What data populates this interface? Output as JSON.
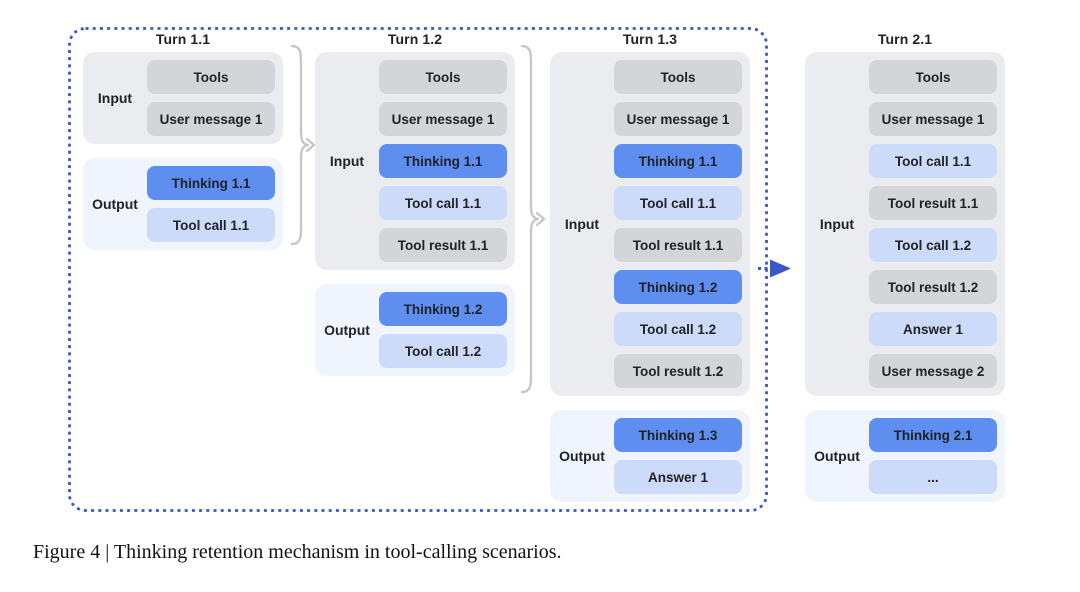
{
  "caption": "Figure 4 | Thinking retention mechanism in tool-calling scenarios.",
  "colors": {
    "thinking_block": "#5d8ef0",
    "light_blue_block": "#ccdbf9",
    "gray_block": "#d3d5d9",
    "input_panel": "#eaecf0",
    "output_panel": "#eff4fd",
    "dashed_border": "#3c55c7",
    "brace": "#c5c7cb",
    "text": "#1f2124"
  },
  "columns": [
    {
      "title": "Turn 1.1",
      "input": {
        "label": "Input",
        "items": [
          {
            "text": "Tools",
            "type": "gray"
          },
          {
            "text": "User message 1",
            "type": "gray"
          }
        ]
      },
      "output": {
        "label": "Output",
        "items": [
          {
            "text": "Thinking 1.1",
            "type": "thinking"
          },
          {
            "text": "Tool call 1.1",
            "type": "lightblue"
          }
        ]
      }
    },
    {
      "title": "Turn 1.2",
      "input": {
        "label": "Input",
        "items": [
          {
            "text": "Tools",
            "type": "gray"
          },
          {
            "text": "User message 1",
            "type": "gray"
          },
          {
            "text": "Thinking 1.1",
            "type": "thinking"
          },
          {
            "text": "Tool call 1.1",
            "type": "lightblue"
          },
          {
            "text": "Tool result 1.1",
            "type": "gray"
          }
        ]
      },
      "output": {
        "label": "Output",
        "items": [
          {
            "text": "Thinking 1.2",
            "type": "thinking"
          },
          {
            "text": "Tool call 1.2",
            "type": "lightblue"
          }
        ]
      }
    },
    {
      "title": "Turn 1.3",
      "input": {
        "label": "Input",
        "items": [
          {
            "text": "Tools",
            "type": "gray"
          },
          {
            "text": "User message 1",
            "type": "gray"
          },
          {
            "text": "Thinking 1.1",
            "type": "thinking"
          },
          {
            "text": "Tool call 1.1",
            "type": "lightblue"
          },
          {
            "text": "Tool result 1.1",
            "type": "gray"
          },
          {
            "text": "Thinking 1.2",
            "type": "thinking"
          },
          {
            "text": "Tool call 1.2",
            "type": "lightblue"
          },
          {
            "text": "Tool result 1.2",
            "type": "gray"
          }
        ]
      },
      "output": {
        "label": "Output",
        "items": [
          {
            "text": "Thinking 1.3",
            "type": "thinking"
          },
          {
            "text": "Answer 1",
            "type": "lightblue"
          }
        ]
      }
    },
    {
      "title": "Turn 2.1",
      "input": {
        "label": "Input",
        "items": [
          {
            "text": "Tools",
            "type": "gray"
          },
          {
            "text": "User message 1",
            "type": "gray"
          },
          {
            "text": "Tool call 1.1",
            "type": "lightblue"
          },
          {
            "text": "Tool result 1.1",
            "type": "gray"
          },
          {
            "text": "Tool call 1.2",
            "type": "lightblue"
          },
          {
            "text": "Tool result 1.2",
            "type": "gray"
          },
          {
            "text": "Answer 1",
            "type": "lightblue"
          },
          {
            "text": "User message 2",
            "type": "gray"
          }
        ]
      },
      "output": {
        "label": "Output",
        "items": [
          {
            "text": "Thinking 2.1",
            "type": "thinking"
          },
          {
            "text": "...",
            "type": "lightblue"
          }
        ]
      }
    }
  ]
}
